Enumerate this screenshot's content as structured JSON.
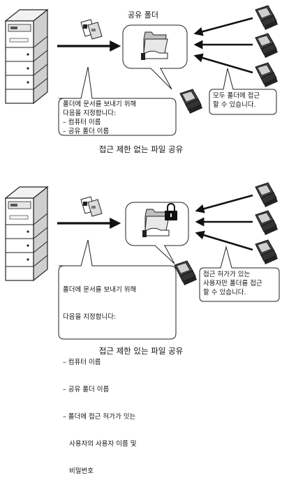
{
  "panels": [
    {
      "folder_title": "공유 폴더",
      "left_callout": {
        "line1": "폴더에 문서를 보내기 위해",
        "line2": "다음을 지정합니다:",
        "items": [
          "– 컴퓨터 이름",
          "– 공유 폴더 이름"
        ]
      },
      "right_callout": {
        "line1": "모두 폴더에 접근",
        "line2": "할 수 있습니다."
      },
      "caption": "접근 제한 없는 파일 공유",
      "folder_locked": false
    },
    {
      "folder_title": "",
      "left_callout": {
        "line1": "폴더에 문서를 보내기 위해",
        "line2": "다음을 지정합니다:",
        "items": [
          "– 컴퓨터 이름",
          "– 공유 폴더 이름",
          "– 폴더에 접근 허가가 잇는",
          "   사용자의 사용자 이름 및",
          "   비밀번호"
        ]
      },
      "right_callout": {
        "line1": "접근 허가가 있는",
        "line2": "사용자만 폴더를 접근",
        "line3": "할 수 있습니다."
      },
      "caption": "접근 제한 있는 파일 공유",
      "folder_locked": true
    }
  ]
}
